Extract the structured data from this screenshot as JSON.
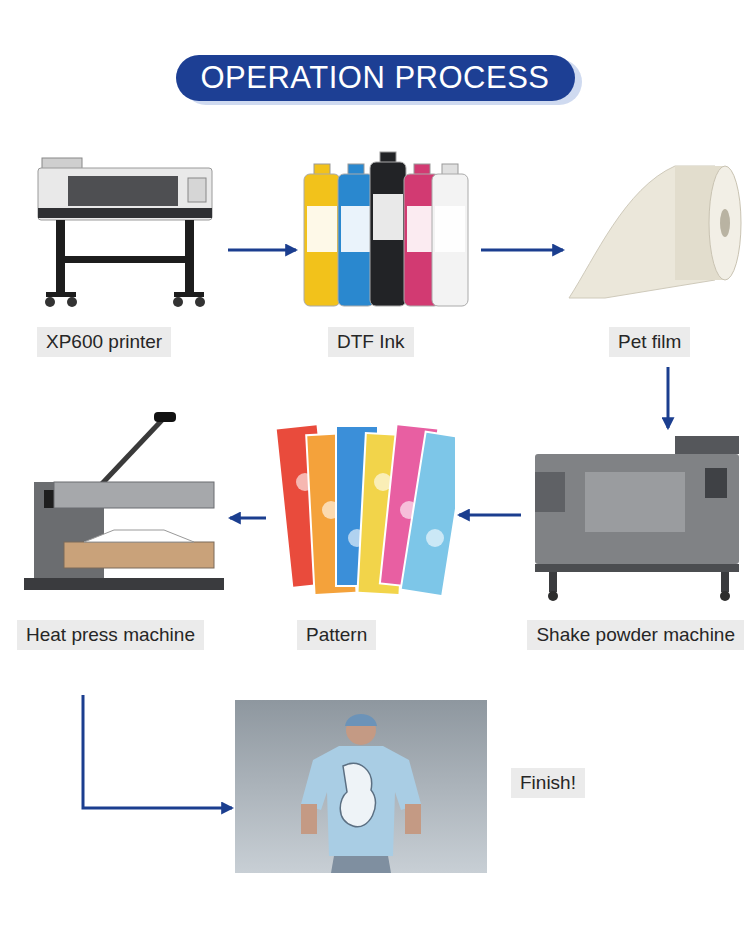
{
  "diagram": {
    "title": "OPERATION PROCESS",
    "nodes": [
      {
        "text": [
          "XP600 printer"
        ]
      },
      {
        "text": [
          "DTF Ink"
        ]
      },
      {
        "text": [
          "Pet film"
        ]
      },
      {
        "text": [
          "Shake powder machine"
        ]
      },
      {
        "text": [
          "Pattern"
        ]
      },
      {
        "text": [
          "Heat press machine"
        ]
      },
      {
        "text": [
          "Finish!"
        ]
      }
    ],
    "edges": [
      {
        "from": 0,
        "to": 1,
        "arrow": "to"
      },
      {
        "from": 1,
        "to": 2,
        "arrow": "to"
      },
      {
        "from": 2,
        "to": 3,
        "arrow": "to"
      },
      {
        "from": 3,
        "to": 4,
        "arrow": "to"
      },
      {
        "from": 4,
        "to": 5,
        "arrow": "to"
      },
      {
        "from": 5,
        "to": 6,
        "arrow": "to"
      }
    ]
  }
}
